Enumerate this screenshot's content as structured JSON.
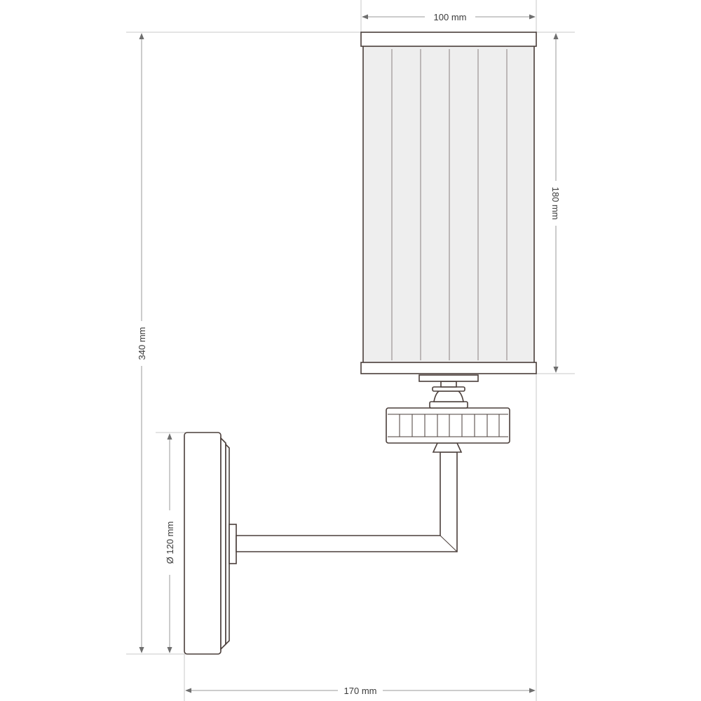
{
  "dimensions": {
    "shade_width": "100 mm",
    "shade_height": "180 mm",
    "total_height": "340 mm",
    "backplate_diameter": "Ø 120 mm",
    "total_depth": "170 mm"
  },
  "colors": {
    "outline": "#4a3e3a",
    "shade_fill": "#eeeeee",
    "dimension_line": "#9a9a9a",
    "extension_line": "#c9c9c9",
    "label_text": "#3a3a3a"
  }
}
